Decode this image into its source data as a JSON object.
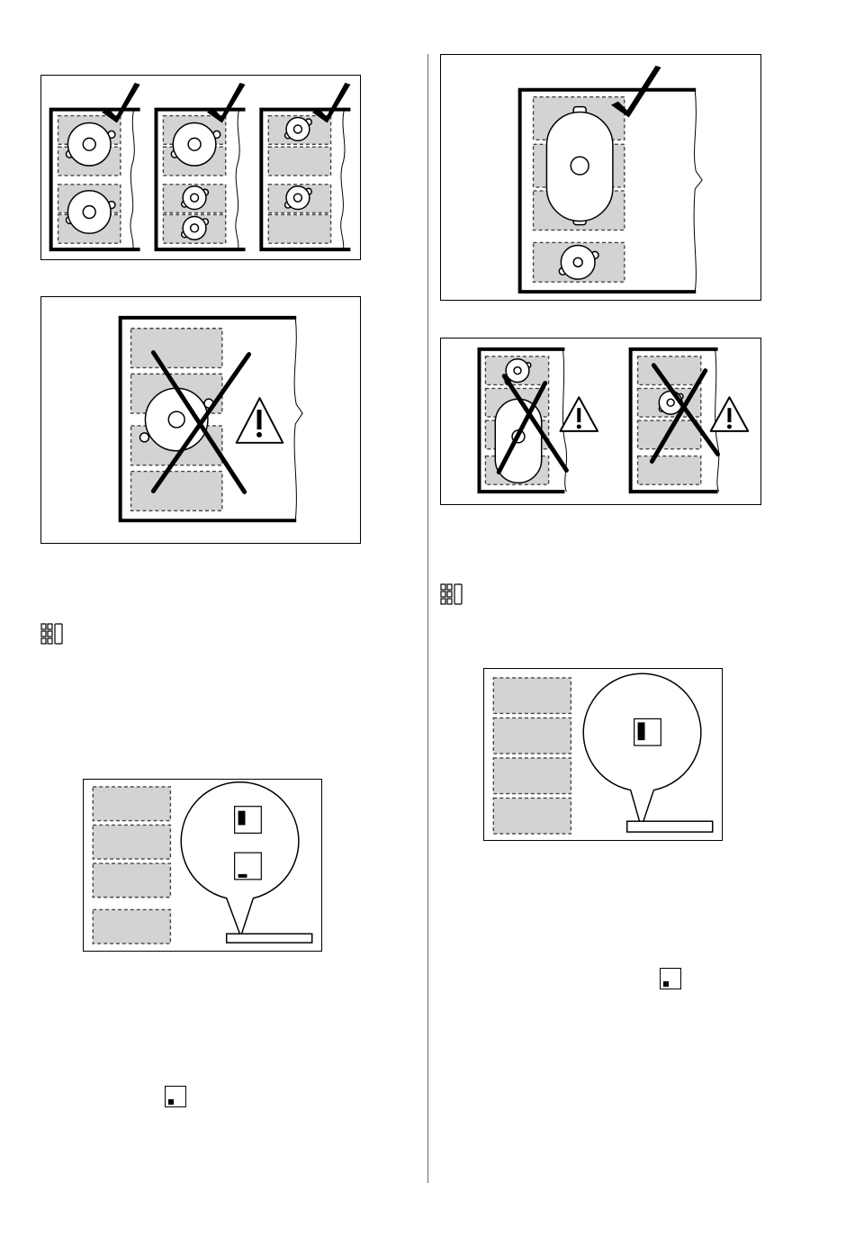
{
  "page": {
    "figures": [
      {
        "id": "fig-correct-placement-three-options",
        "verdict": "correct",
        "icon": "checkmark-icon"
      },
      {
        "id": "fig-incorrect-pot-between-zones",
        "verdict": "incorrect",
        "icon": "warning-triangle-icon"
      },
      {
        "id": "fig-correct-oval-pan-bridge",
        "verdict": "correct",
        "icon": "checkmark-icon"
      },
      {
        "id": "fig-incorrect-placements",
        "verdict": "incorrect",
        "icon": "warning-triangle-icon"
      }
    ],
    "symbols": {
      "zone_layout_icon": "zone-layout-icon",
      "indicator_square_icon": "indicator-square-icon"
    },
    "colors": {
      "zone_fill": "#d3d3d3",
      "line": "#000000",
      "background": "#ffffff"
    }
  }
}
